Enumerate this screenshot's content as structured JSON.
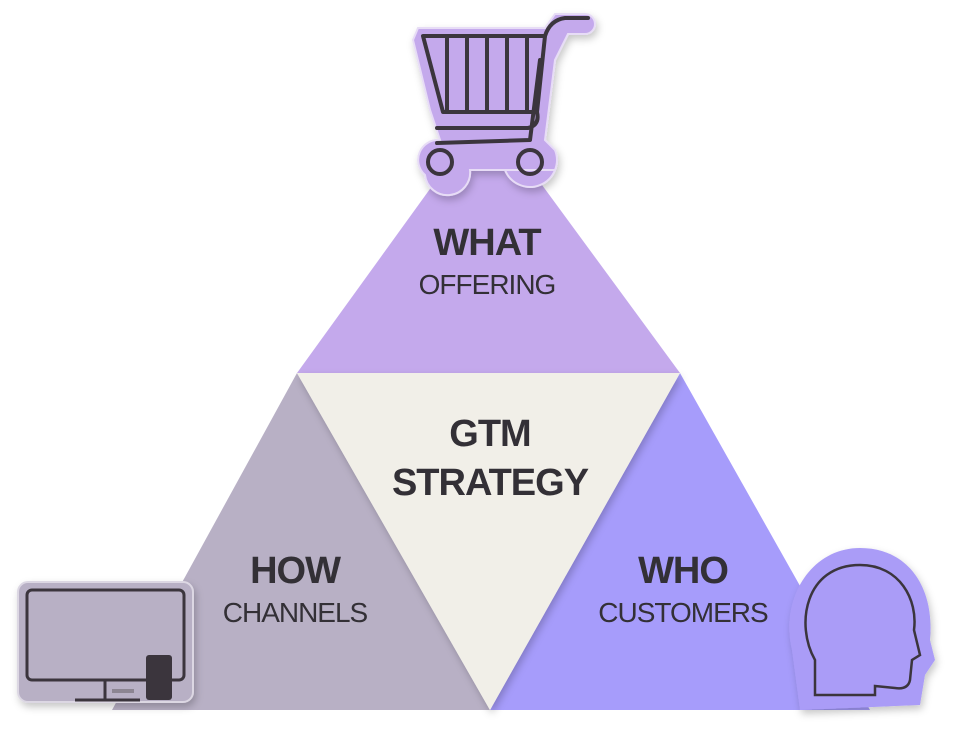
{
  "center": {
    "line1": "GTM",
    "line2": "STRATEGY"
  },
  "segments": [
    {
      "id": "what",
      "title": "WHAT",
      "subtitle": "OFFERING",
      "icon": "shopping-cart-icon",
      "color": "#c4a9ec"
    },
    {
      "id": "how",
      "title": "HOW",
      "subtitle": "CHANNELS",
      "icon": "desktop-computer-icon",
      "color": "#b8b0c5"
    },
    {
      "id": "who",
      "title": "WHO",
      "subtitle": "CUSTOMERS",
      "icon": "head-profile-icon",
      "color": "#a69cfb"
    }
  ],
  "center_color": "#f1efe8"
}
